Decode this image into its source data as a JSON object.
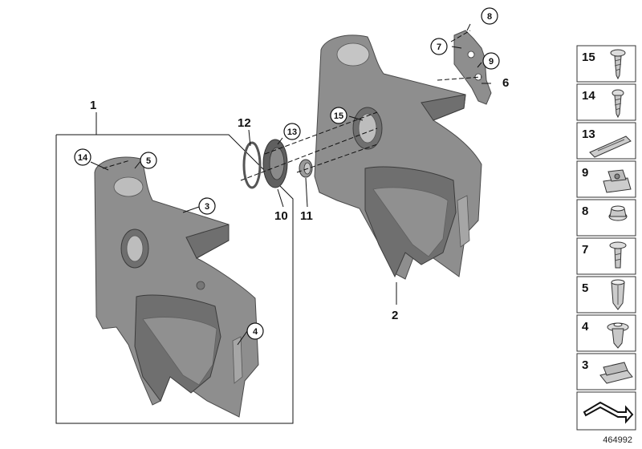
{
  "callouts": {
    "p1": "1",
    "p2": "2",
    "p3": "3",
    "p4": "4",
    "p5": "5",
    "p6": "6",
    "p7": "7",
    "p8": "8",
    "p9": "9",
    "p10": "10",
    "p11": "11",
    "p12": "12",
    "p13": "13",
    "p14": "14",
    "p15": "15"
  },
  "parts_list": [
    "15",
    "14",
    "13",
    "9",
    "8",
    "7",
    "5",
    "4",
    "3"
  ],
  "diagram_id": "464992",
  "colors": {
    "trim": "#8e8e8e",
    "trim_dark": "#6f6f6f",
    "outline": "#111111"
  }
}
